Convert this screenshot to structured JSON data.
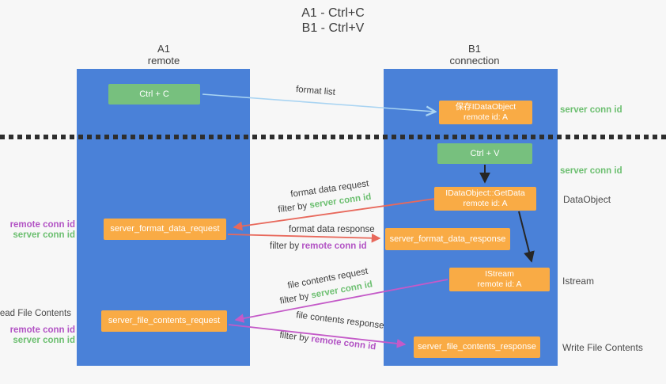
{
  "title": {
    "line1": "A1 - Ctrl+C",
    "line2": "B1 - Ctrl+V"
  },
  "columns": {
    "left": {
      "name": "A1",
      "role": "remote"
    },
    "right": {
      "name": "B1",
      "role": "connection"
    }
  },
  "boxes": {
    "ctrl_c": "Ctrl + C",
    "ctrl_v": "Ctrl + V",
    "save_dataobject_line1": "保存IDataObject",
    "save_dataobject_line2": "remote id: A",
    "getdata_line1": "IDataObject::GetData",
    "getdata_line2": "remote id: A",
    "istream_line1": "IStream",
    "istream_line2": "remote id: A",
    "format_request": "server_format_data_request",
    "format_response": "server_format_data_response",
    "file_request": "server_file_contents_request",
    "file_response": "server_file_contents_response"
  },
  "flow_labels": {
    "format_list": "format list",
    "format_data_request": "format data request",
    "format_data_response": "format data response",
    "file_contents_request": "file contents request",
    "file_contents_response": "file contents response",
    "filter_by": "filter by ",
    "server_conn_id": "server conn id",
    "remote_conn_id": "remote conn id"
  },
  "side_labels": {
    "server_conn_id_top": "server conn id",
    "server_conn_id_mid": "server conn id",
    "dataobject": "DataObject",
    "istream": "Istream",
    "write_file_contents": "Write File Contents",
    "read_file_contents": "Read File Contents",
    "remote_conn_id_1": "remote conn id",
    "server_conn_id_1": "server conn id",
    "remote_conn_id_2": "remote conn id",
    "server_conn_id_2": "server conn id"
  },
  "colors": {
    "background": "#f7f7f7",
    "lane_blue": "#4a81d8",
    "box_green": "#77c07e",
    "box_orange": "#f9ab45",
    "arrow_red": "#e8695c",
    "arrow_magenta": "#c45ac8",
    "arrow_blue": "#a9d4f2",
    "arrow_black": "#262626",
    "keyword_green": "#6cbf70",
    "keyword_purple": "#b253c4",
    "text_dark": "#3c3c3c"
  }
}
